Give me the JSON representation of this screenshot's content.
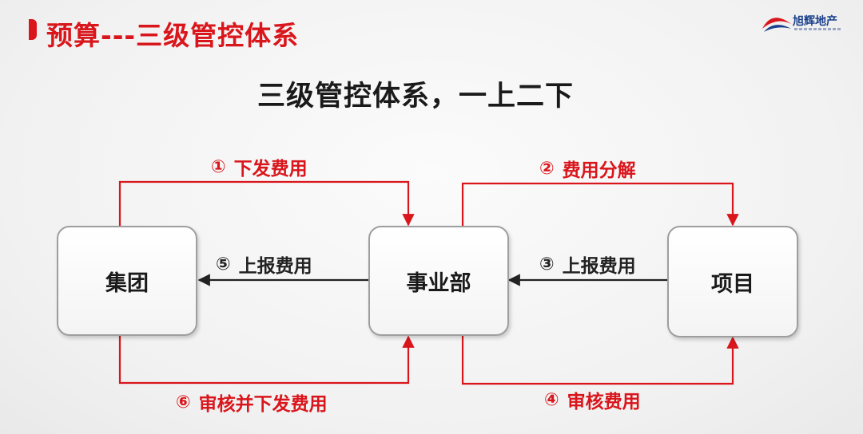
{
  "header": {
    "title": "预算---三级管控体系",
    "accent_color": "#d9161c"
  },
  "logo": {
    "text": "旭辉地产",
    "icon": "wave-logo-icon",
    "colors": [
      "#d9161c",
      "#1a3f8c"
    ]
  },
  "main_title": "三级管控体系，一上二下",
  "diagram": {
    "nodes": [
      {
        "id": "group",
        "label": "集团"
      },
      {
        "id": "division",
        "label": "事业部"
      },
      {
        "id": "project",
        "label": "项目"
      }
    ],
    "edges": [
      {
        "num": "①",
        "label": "下发费用",
        "from": "集团",
        "to": "事业部",
        "color": "#d9161c"
      },
      {
        "num": "②",
        "label": "费用分解",
        "from": "事业部",
        "to": "项目",
        "color": "#d9161c"
      },
      {
        "num": "③",
        "label": "上报费用",
        "from": "项目",
        "to": "事业部",
        "color": "#222222"
      },
      {
        "num": "④",
        "label": "审核费用",
        "from": "事业部",
        "to": "项目",
        "color": "#d9161c"
      },
      {
        "num": "⑤",
        "label": "上报费用",
        "from": "事业部",
        "to": "集团",
        "color": "#222222"
      },
      {
        "num": "⑥",
        "label": "审核并下发费用",
        "from": "集团",
        "to": "事业部",
        "color": "#d9161c"
      }
    ]
  }
}
